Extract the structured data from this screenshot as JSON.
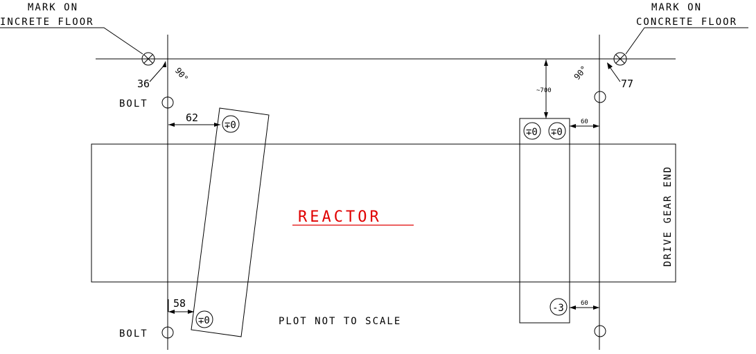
{
  "labels": {
    "mark_left_line1": "MARK ON",
    "mark_left_line2": "INCRETE FLOOR",
    "mark_right_line1": "MARK ON",
    "mark_right_line2": "CONCRETE FLOOR",
    "bolt_top": "BOLT",
    "bolt_bottom": "BOLT",
    "reactor": "REACTOR",
    "drive_gear_end": "DRIVE GEAR END",
    "plot_note": "PLOT NOT TO SCALE"
  },
  "measurements": {
    "left_mark_offset": "36",
    "right_mark_offset": "77",
    "left_angle": "90°",
    "right_angle": "90°",
    "top_left_gap": "62",
    "bottom_left_gap": "58",
    "top_right_gap": "60",
    "bottom_right_gap": "60",
    "vertical_distance": "~700"
  },
  "pads": {
    "left_top": "∓0",
    "left_bottom": "∓0",
    "right_top_1": "∓0",
    "right_top_2": "∓0",
    "right_bottom": "-3"
  },
  "colors": {
    "line": "#000000",
    "reactor_label": "#e00000"
  }
}
